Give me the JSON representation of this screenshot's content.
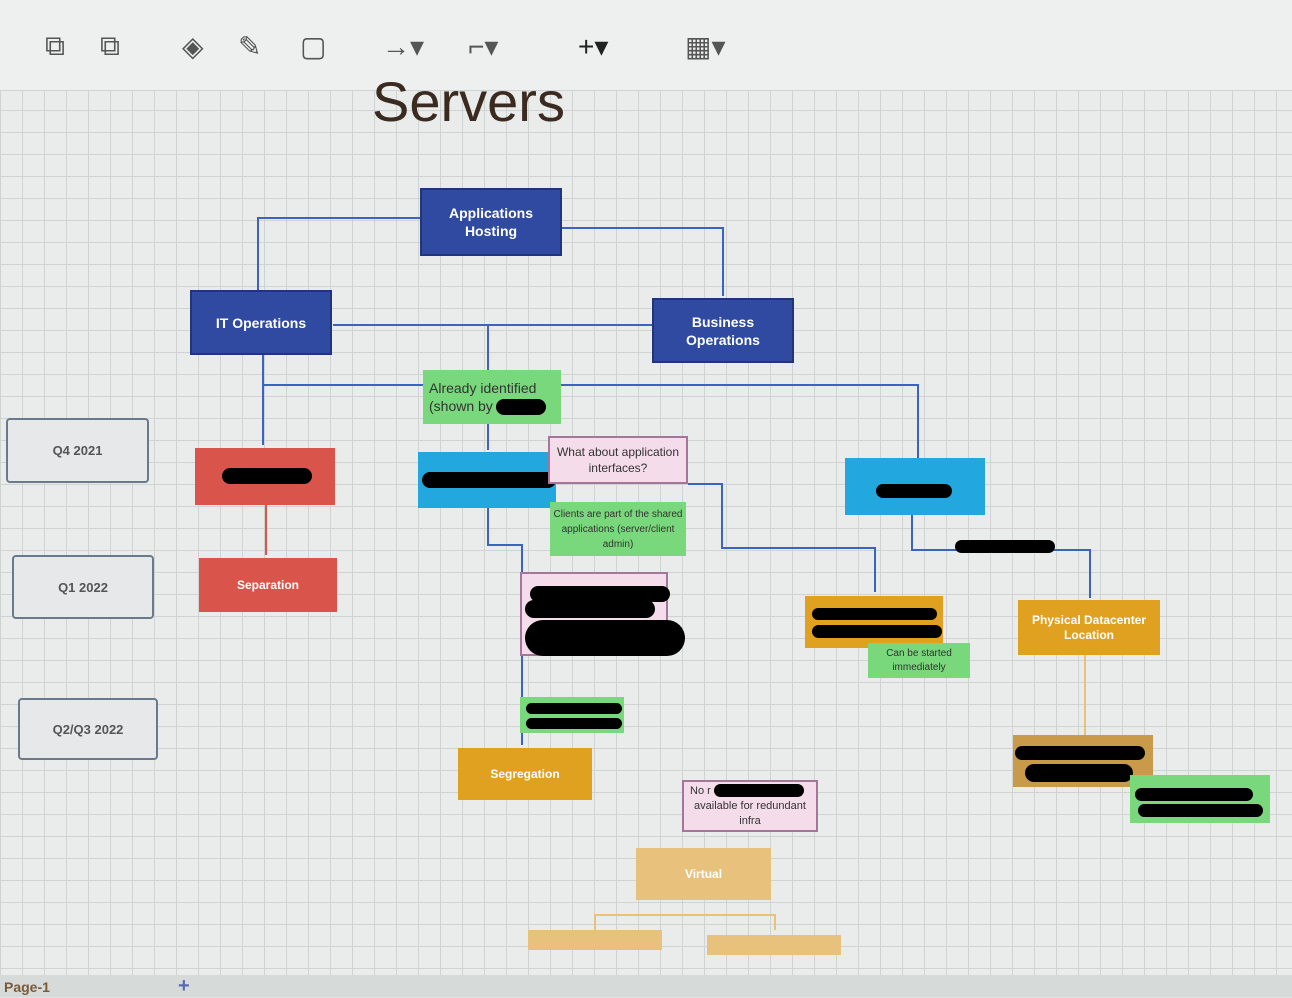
{
  "toolbar": {
    "icons": [
      "to-front-icon",
      "to-back-icon",
      "fill-color-icon",
      "line-color-icon",
      "shadow-icon",
      "connection-arrow-icon",
      "waypoint-icon",
      "insert-plus-icon",
      "table-icon"
    ]
  },
  "diagram": {
    "title": "Servers",
    "apps_hosting": "Applications Hosting",
    "it_ops": "IT Operations",
    "biz_ops": "Business Operations",
    "already_identified": "Already identified (shown by",
    "quarters": [
      "Q4 2021",
      "Q1 2022",
      "Q2/Q3 2022"
    ],
    "app_interfaces": "What about application interfaces?",
    "clients_note": "Clients are part of the shared applications (server/client admin)",
    "separation": "Separation",
    "segregation": "Segregation",
    "physical_dc": "Physical Datacenter Location",
    "can_start": "Can be started immediately",
    "no_r_prefix": "No r",
    "no_r_rest": "available for redundant infra",
    "virtual": "Virtual"
  },
  "footer": {
    "page_tab": "Page-1",
    "add_page": "+"
  },
  "colors": {
    "navy": "#2f4aa0",
    "cyan": "#22a7df",
    "red": "#d9544a",
    "orange": "#e0a020",
    "green": "#79d77c",
    "pink": "#f4dcea",
    "line": "#3a64c0"
  }
}
